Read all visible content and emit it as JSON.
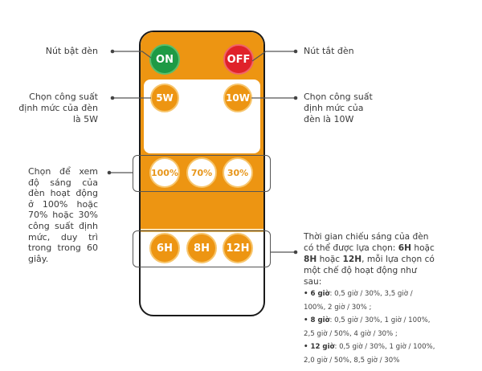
{
  "remote": {
    "buttons": {
      "on": "ON",
      "off": "OFF",
      "power_5w": "5W",
      "power_10w": "10W",
      "brightness": [
        "100%",
        "70%",
        "30%"
      ],
      "hours": [
        "6H",
        "8H",
        "12H"
      ]
    }
  },
  "colors": {
    "body_orange": "#ed9512",
    "on_green": "#1e9a45",
    "off_red": "#e0222a",
    "outline": "#1a1a1a"
  },
  "annotations": {
    "on": "Nút bật đèn",
    "off": "Nút tắt đèn",
    "power_5w": "Chọn công suất định mức của đèn là 5W",
    "power_10w": "Chọn công suất định mức của đèn là 10W",
    "brightness": "Chọn để xem độ sáng của đèn hoạt động ở 100% hoặc 70% hoặc 30% công suất định mức, duy trì trong trong 60 giây.",
    "hours": {
      "intro_1": "Thời gian chiếu sáng của đèn có thể được lựa chọn: ",
      "intro_bold_1": "6H",
      "intro_2": " hoặc ",
      "intro_bold_2": "8H",
      "intro_3": " hoặc ",
      "intro_bold_3": "12H",
      "intro_4": ", mỗi lựa chọn có một chế độ hoạt động như sau:",
      "modes": [
        {
          "label": "• 6 giờ",
          "detail": ": 0,5 giờ / 30%, 3,5 giờ / 100%, 2 giờ / 30% ;"
        },
        {
          "label": "• 8 giờ",
          "detail": ": 0,5 giờ / 30%, 1 giờ / 100%, 2,5 giờ / 50%, 4 giờ / 30% ;"
        },
        {
          "label": "• 12 giờ",
          "detail": ": 0,5 giờ / 30%, 1 giờ / 100%, 2,0 giờ / 50%, 8,5 giờ / 30%"
        }
      ]
    }
  }
}
